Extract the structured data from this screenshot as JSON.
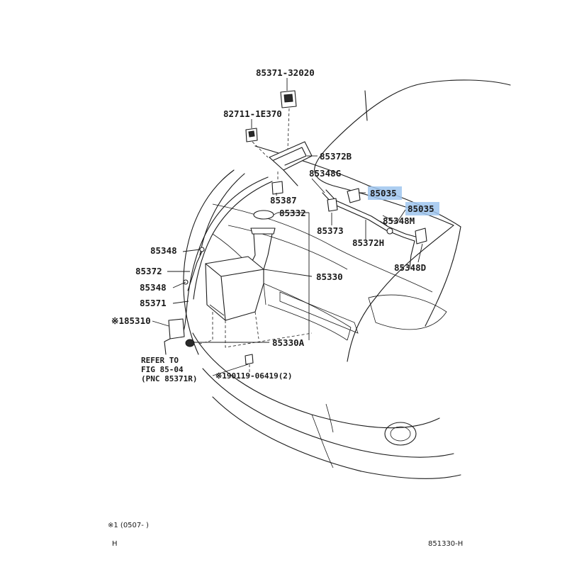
{
  "labels": {
    "p85371_32020": "85371-32020",
    "p82711": "82711-1E370",
    "p85372B": "85372B",
    "p85348G": "85348G",
    "p85035_a": "85035",
    "p85035_b": "85035",
    "p85387": "85387",
    "p85332": "85332",
    "p85348M": "85348M",
    "p85373": "85373",
    "p85372H": "85372H",
    "p85348D": "85348D",
    "p85348_a": "85348",
    "p85372": "85372",
    "p85330": "85330",
    "p85348_b": "85348",
    "p85371": "85371",
    "p85310": "※185310",
    "p85330A": "85330A",
    "p90119": "※190119-06419(2)"
  },
  "refer_note": [
    "REFER TO",
    "FIG 85-04",
    "(PNC 85371R)"
  ],
  "footnote": "※1 (0507-      )",
  "footer_left": "H",
  "footer_right": "851330-H",
  "colors": {
    "highlight": "#9fc6ee",
    "ink": "#1a1a1a"
  }
}
